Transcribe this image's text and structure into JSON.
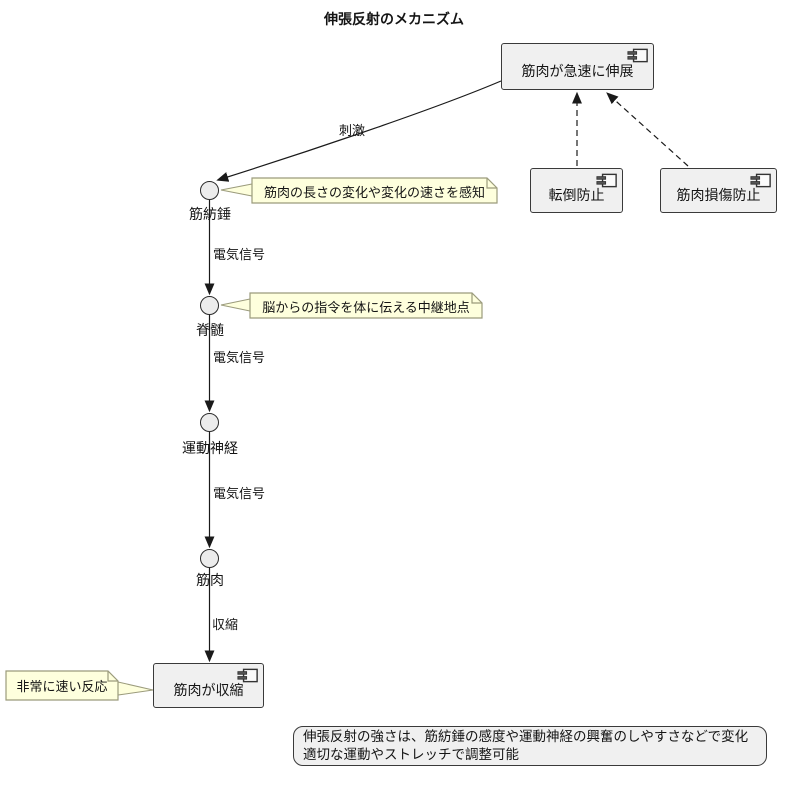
{
  "title": "伸張反射のメカニズム",
  "nodes": {
    "stretch": "筋肉が急速に伸展",
    "fall_prevention": "転倒防止",
    "damage_prevention": "筋肉損傷防止",
    "spindle": "筋紡錘",
    "spinal_cord": "脊髄",
    "motor_nerve": "運動神経",
    "muscle": "筋肉",
    "contract": "筋肉が収縮"
  },
  "edges": {
    "stimulus": "刺激",
    "signal_1": "電気信号",
    "signal_2": "電気信号",
    "signal_3": "電気信号",
    "contraction": "収縮"
  },
  "notes": {
    "spindle_note": "筋肉の長さの変化や変化の速さを感知",
    "spinal_note": "脳からの指令を体に伝える中継地点",
    "fast_note": "非常に速い反応",
    "footer_line1": "伸張反射の強さは、筋紡錘の感度や運動神経の興奮のしやすさなどで変化",
    "footer_line2": "適切な運動やストレッチで調整可能"
  },
  "colors": {
    "node_fill": "#f0f0f0",
    "note_fill": "#feffdd",
    "note_border": "#9b9b7c",
    "line": "#1a1a1a"
  }
}
